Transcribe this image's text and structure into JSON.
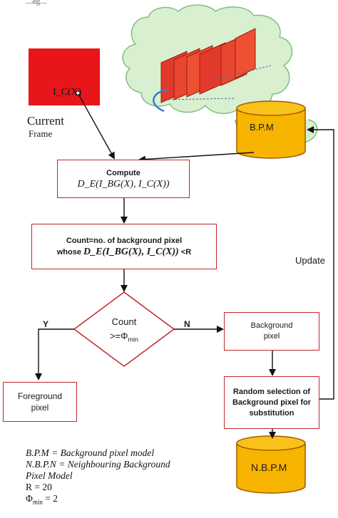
{
  "header_fragment": "...ag...",
  "current_frame": {
    "pixel_label": "I_C(X)",
    "title": "Current",
    "subtitle": "Frame"
  },
  "bpm_label": "B.P.M",
  "nbpm_label": "N.B.P.M",
  "compute_box": {
    "line1": "Compute",
    "line2": "D_E(I_BG(X), I_C(X))"
  },
  "count_box": {
    "line1": "Count=no. of background pixel",
    "line2_prefix": "whose",
    "line2_math": "D_E(I_BG(X), I_C(X))",
    "line2_suffix": "<R"
  },
  "decision": {
    "line1": "Count",
    "line2": ">=Φ",
    "subscript": "min"
  },
  "branch_yes": "Y",
  "branch_no": "N",
  "foreground_box": {
    "line1": "Foreground",
    "line2": "pixel"
  },
  "background_box": {
    "line1": "Background",
    "line2": "pixel"
  },
  "random_box": {
    "line1": "Random selection of",
    "line2": "Background pixel for",
    "line3": "substitution"
  },
  "update_label": "Update",
  "legend": {
    "bpm": "B.P.M = Background pixel model",
    "nbpn_line1": "N.B.P.N = Neighbouring Background",
    "nbpn_line2": "Pixel Model",
    "r": "R = 20",
    "phi_prefix": "Φ",
    "phi_sub": "min",
    "phi_suffix": " =  2"
  },
  "colors": {
    "frame_red": "#e8151b",
    "box_border": "#c0262c",
    "db_fill": "#f7b400",
    "db_border": "#a05a00",
    "cloud_fill": "#d8f0d0",
    "cloud_border": "#7fbf7f",
    "arrow": "#111111"
  }
}
